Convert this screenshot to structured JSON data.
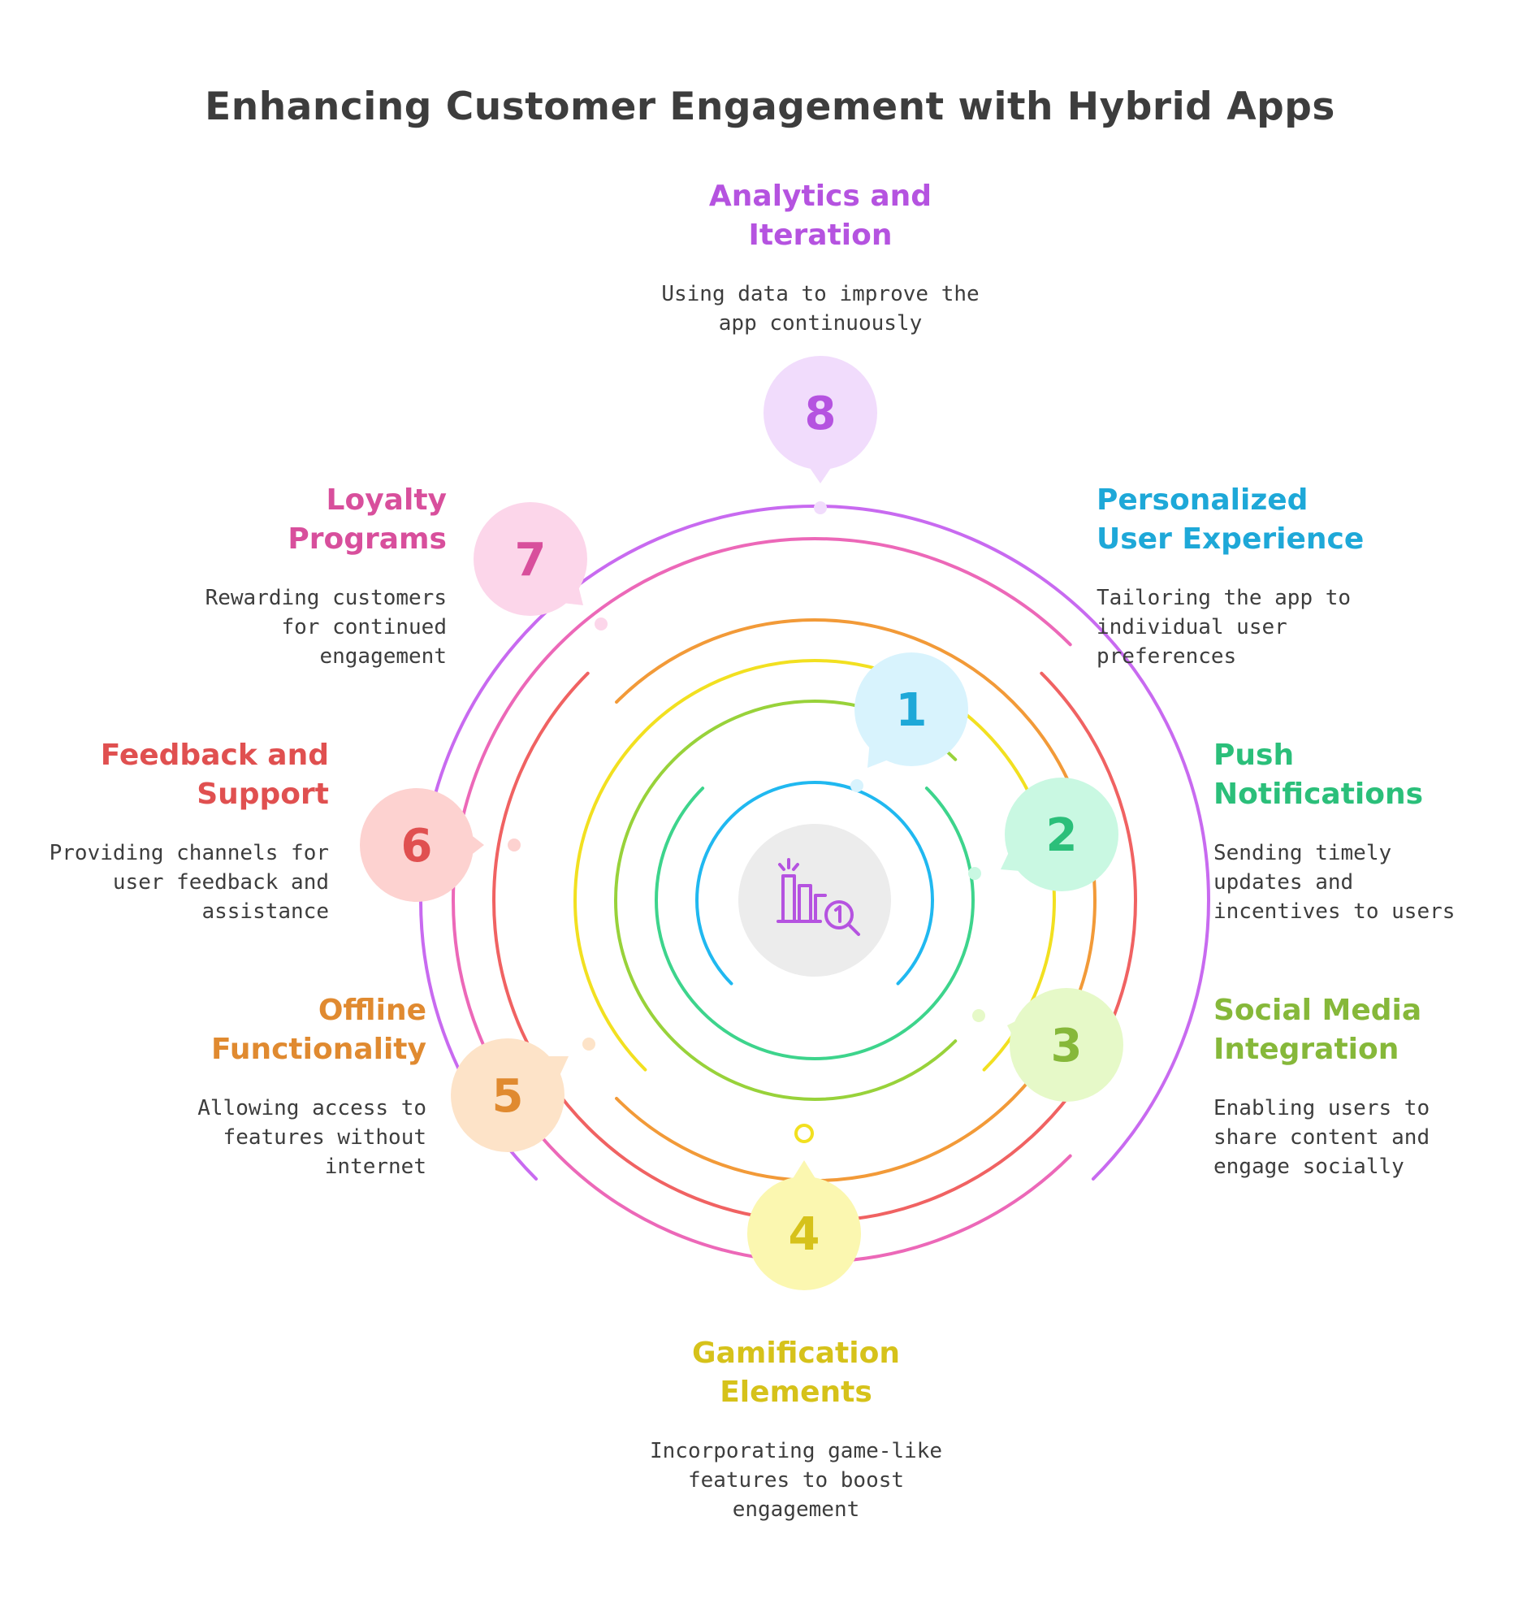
{
  "title": "Enhancing Customer Engagement with Hybrid Apps",
  "center_icon": "data-analysis-icon",
  "steps": [
    {
      "number": "1",
      "title_line1": "Personalized",
      "title_line2": "User Experience",
      "desc_line1": "Tailoring the app to",
      "desc_line2": "individual user",
      "desc_line3": "preferences",
      "color": "#1ea8d8",
      "fill": "#d8f3fd",
      "ring": "#20b8f0"
    },
    {
      "number": "2",
      "title_line1": "Push",
      "title_line2": "Notifications",
      "desc_line1": "Sending timely",
      "desc_line2": "updates and",
      "desc_line3": "incentives to users",
      "color": "#2bbf7a",
      "fill": "#c9f8e2",
      "ring": "#3dd48c"
    },
    {
      "number": "3",
      "title_line1": "Social Media",
      "title_line2": "Integration",
      "desc_line1": "Enabling users to",
      "desc_line2": "share content and",
      "desc_line3": "engage socially",
      "color": "#86b83a",
      "fill": "#e6f9c8",
      "ring": "#98d23a"
    },
    {
      "number": "4",
      "title_line1": "Gamification",
      "title_line2": "Elements",
      "desc_line1": "Incorporating game-like",
      "desc_line2": "features to boost",
      "desc_line3": "engagement",
      "color": "#d6c21a",
      "fill": "#fbf7b0",
      "ring": "#f2e020"
    },
    {
      "number": "5",
      "title_line1": "Offline",
      "title_line2": "Functionality",
      "desc_line1": "Allowing access to",
      "desc_line2": "features without",
      "desc_line3": "internet",
      "color": "#e08a30",
      "fill": "#fde3c8",
      "ring": "#f29a38"
    },
    {
      "number": "6",
      "title_line1": "Feedback and",
      "title_line2": "Support",
      "desc_line1": "Providing channels for",
      "desc_line2": "user feedback and",
      "desc_line3": "assistance",
      "color": "#e05050",
      "fill": "#fdd2d0",
      "ring": "#f06262"
    },
    {
      "number": "7",
      "title_line1": "Loyalty",
      "title_line2": "Programs",
      "desc_line1": "Rewarding customers",
      "desc_line2": "for continued",
      "desc_line3": "engagement",
      "color": "#d84f9c",
      "fill": "#fcd6ea",
      "ring": "#ec68b8"
    },
    {
      "number": "8",
      "title_line1": "Analytics and",
      "title_line2": "Iteration",
      "desc_line1": "Using data to improve the",
      "desc_line2": "app continuously",
      "desc_line3": "",
      "color": "#b553e0",
      "fill": "#f1dcfc",
      "ring": "#c86af0"
    }
  ]
}
